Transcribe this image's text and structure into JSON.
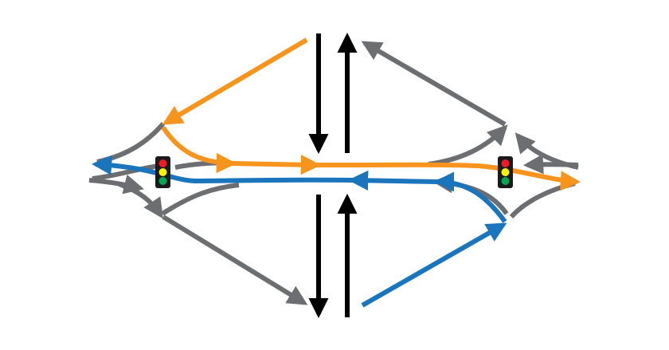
{
  "diagram": {
    "type": "diverging-diamond-interchange",
    "description_visible_text": "",
    "colors": {
      "background": "#ffffff",
      "grey_route": "#6d6e71",
      "orange_route": "#f7941d",
      "blue_route": "#1b75bc",
      "crossroad_arrows": "#000000",
      "signal_housing": "#1a1a1a",
      "signal_red": "#ed1c24",
      "signal_yellow": "#fff200",
      "signal_green": "#00a651"
    },
    "signals": [
      {
        "id": "west-signal",
        "lights": [
          "red",
          "yellow",
          "green"
        ]
      },
      {
        "id": "east-signal",
        "lights": [
          "red",
          "yellow",
          "green"
        ]
      }
    ]
  }
}
